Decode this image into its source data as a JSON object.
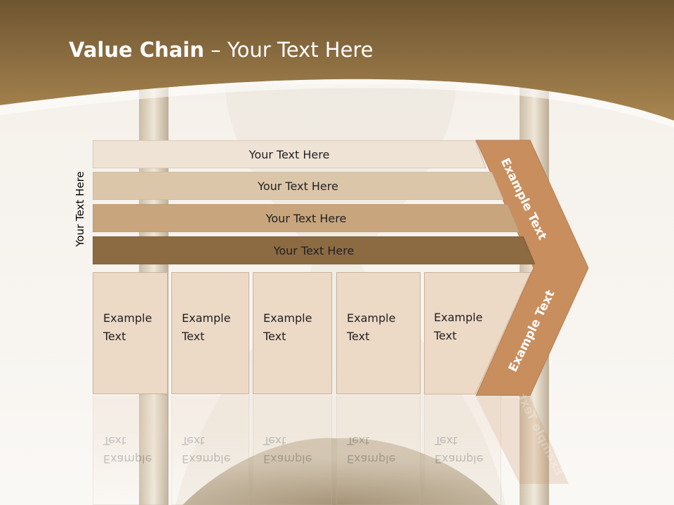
{
  "slide": {
    "title_bold": "Value Chain",
    "title_rest": " – Your Text Here",
    "side_label": "Your Text Here"
  },
  "support_rows": [
    {
      "label": "Your Text Here",
      "color": "#efe3d6"
    },
    {
      "label": "Your Text Here",
      "color": "#dcc6aa"
    },
    {
      "label": "Your Text Here",
      "color": "#c8a57d"
    },
    {
      "label": "Your Text Here",
      "color": "#8c6a42"
    }
  ],
  "primary_boxes": [
    {
      "line1": "Example",
      "line2": "Text"
    },
    {
      "line1": "Example",
      "line2": "Text"
    },
    {
      "line1": "Example",
      "line2": "Text"
    },
    {
      "line1": "Example",
      "line2": "Text"
    },
    {
      "line1": "Example",
      "line2": "Text"
    }
  ],
  "arrow": {
    "upper_text": "Example Text",
    "lower_text": "Example Text",
    "color": "#c98e5e"
  },
  "colors": {
    "header": "#8a6a3e",
    "box_fill": "#ecd9c6"
  }
}
